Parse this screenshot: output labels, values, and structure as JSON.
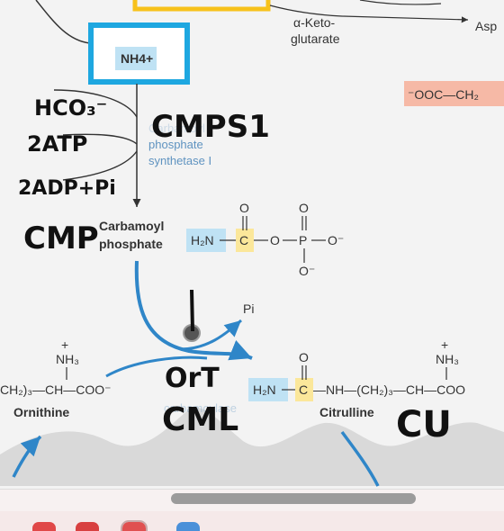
{
  "diagram": {
    "nh4_label": "NH4+",
    "alpha_keto": "α-Keto-",
    "glutarate": "glutarate",
    "asp_fragment": "Asp",
    "ooc_fragment": "⁻OOC—CH₂",
    "enzyme_cmps_line1": "Carbamoyl",
    "enzyme_cmps_line2": "phosphate",
    "enzyme_cmps_line3": "synthetase I",
    "carbamoyl_phosphate_line1": "Carbamoyl",
    "carbamoyl_phosphate_line2": "phosphate",
    "pi_label": "Pi",
    "ornithine_name": "Ornithine",
    "citrulline_name": "Citrulline",
    "ornithine_transcarbamoylase": "carbamoylase",
    "ornithine_frag_left": "CH₂)₃—CH—COO⁻",
    "nh3_label": "NH₃",
    "citrulline_chain": "—NH—(CH₂)₃—CH—COO",
    "h2n": "H₂N",
    "c_label": "C",
    "o_label": "O",
    "p_label": "P",
    "o_minus": "O⁻",
    "plus": "+"
  },
  "handwriting": {
    "hco3": "HCO₃⁻",
    "two_atp": "2ATP",
    "two_adp": "2ADP+Pi",
    "cmp": "CMP",
    "cmps1": "CMPS1",
    "ort": "OrT",
    "cml": "CML",
    "cu": "CU"
  },
  "colors": {
    "blue_box": "#1ea7e0",
    "yellow_box": "#f7c21b",
    "arrow_blue": "#2f86c8",
    "highlight_blue": "#bfe2f4",
    "highlight_yellow": "#fbe79a",
    "highlight_salmon": "#f6b9a6"
  }
}
